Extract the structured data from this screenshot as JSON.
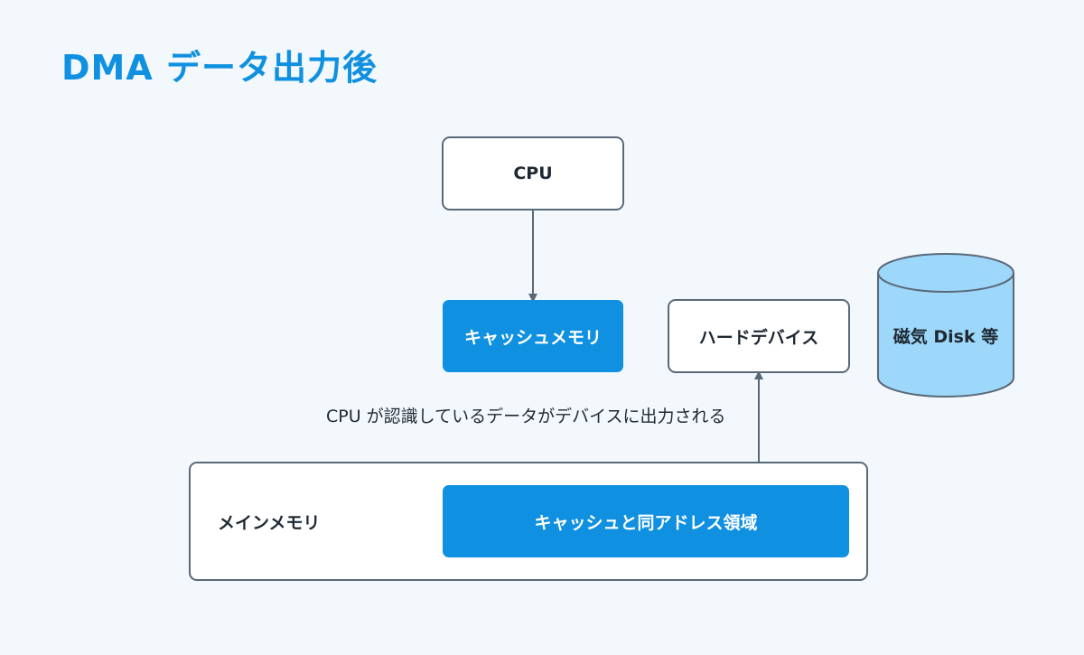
{
  "title": "DMA データ出力後",
  "nodes": {
    "cpu": "CPU",
    "cache_memory": "キャッシュメモリ",
    "hard_device": "ハードデバイス",
    "disk": "磁気 Disk 等",
    "main_memory": "メインメモリ",
    "cache_region": "キャッシュと同アドレス領域"
  },
  "caption": "CPU が認識しているデータがデバイスに出力される",
  "colors": {
    "accent": "#1090e0",
    "background": "#f3f8fc",
    "stroke": "#5a6978",
    "disk_fill": "#9dd8fb"
  }
}
